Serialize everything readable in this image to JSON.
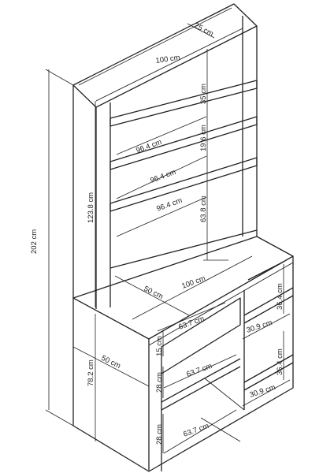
{
  "diagram": {
    "labels": {
      "top_depth": "25 cm",
      "top_width": "100 cm",
      "shelf_gap_1": "35 cm",
      "shelf_gap_2": "19.6 cm",
      "inner_w_1": "96.4 cm",
      "inner_w_2": "96.4 cm",
      "inner_w_3": "96.4 cm",
      "hutch_height": "123.8 cm",
      "hutch_lower_gap": "63.8 cm",
      "total_height": "202 cm",
      "desk_depth": "50 cm",
      "desk_width": "100 cm",
      "drawer_w": "63.7 cm",
      "drawer_h": "15 cm",
      "cubby_w_top": "30.9 cm",
      "cubby_h_top": "36.4 cm",
      "mid_h": "28 cm",
      "mid_w": "63.7 cm",
      "side_depth": "50 cm",
      "base_height": "78.2 cm",
      "cubby_h_bottom": "36.4 cm",
      "cubby_w_bottom": "30.9 cm",
      "bottom_h": "28 cm",
      "bottom_w": "63.7 cm"
    }
  }
}
